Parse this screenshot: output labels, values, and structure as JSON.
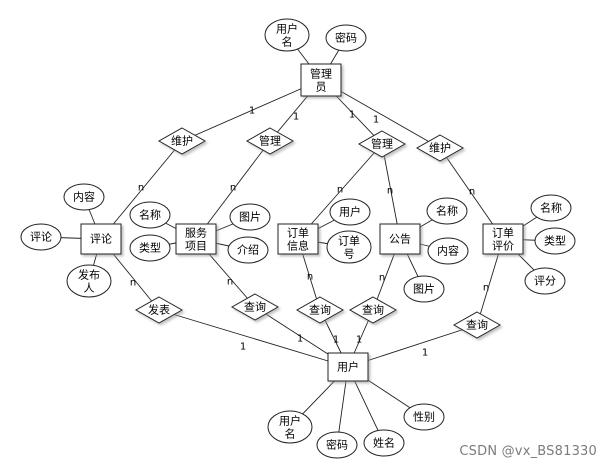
{
  "entities": [
    {
      "id": "admin",
      "label": "管理员"
    },
    {
      "id": "comment",
      "label": "评论"
    },
    {
      "id": "service",
      "label": "服务项目"
    },
    {
      "id": "orderinfo",
      "label": "订单信息"
    },
    {
      "id": "notice",
      "label": "公告"
    },
    {
      "id": "orderreview",
      "label": "订单评价"
    },
    {
      "id": "user",
      "label": "用户"
    }
  ],
  "relationships": [
    {
      "id": "rel-maintain-1",
      "label": "维护"
    },
    {
      "id": "rel-manage-1",
      "label": "管理"
    },
    {
      "id": "rel-manage-2",
      "label": "管理"
    },
    {
      "id": "rel-maintain-2",
      "label": "维护"
    },
    {
      "id": "rel-publish",
      "label": "发表"
    },
    {
      "id": "rel-query-1",
      "label": "查询"
    },
    {
      "id": "rel-query-2",
      "label": "查询"
    },
    {
      "id": "rel-query-3",
      "label": "查询"
    },
    {
      "id": "rel-query-4",
      "label": "查询"
    }
  ],
  "attributes": [
    {
      "id": "admin-username",
      "label": "用户名"
    },
    {
      "id": "admin-password",
      "label": "密码"
    },
    {
      "id": "comment-content",
      "label": "内容"
    },
    {
      "id": "comment-text",
      "label": "评论"
    },
    {
      "id": "comment-publisher",
      "label": "发布人"
    },
    {
      "id": "service-name",
      "label": "名称"
    },
    {
      "id": "service-type",
      "label": "类型"
    },
    {
      "id": "service-image",
      "label": "图片"
    },
    {
      "id": "service-intro",
      "label": "介绍"
    },
    {
      "id": "order-username",
      "label": "用户"
    },
    {
      "id": "order-number",
      "label": "订单号"
    },
    {
      "id": "notice-name",
      "label": "名称"
    },
    {
      "id": "notice-content",
      "label": "内容"
    },
    {
      "id": "notice-image",
      "label": "图片"
    },
    {
      "id": "review-name",
      "label": "名称"
    },
    {
      "id": "review-type",
      "label": "类型"
    },
    {
      "id": "review-score",
      "label": "评分"
    },
    {
      "id": "user-username",
      "label": "用户名"
    },
    {
      "id": "user-password",
      "label": "密码"
    },
    {
      "id": "user-realname",
      "label": "姓名"
    },
    {
      "id": "user-gender",
      "label": "性别"
    }
  ],
  "cardinalities": [
    {
      "id": "c-admin-m1",
      "label": "1"
    },
    {
      "id": "c-admin-m2",
      "label": "1"
    },
    {
      "id": "c-admin-m3",
      "label": "1"
    },
    {
      "id": "c-admin-m4",
      "label": "1"
    },
    {
      "id": "c-m1-comment",
      "label": "n"
    },
    {
      "id": "c-m2-service",
      "label": "n"
    },
    {
      "id": "c-m3-order",
      "label": "n"
    },
    {
      "id": "c-m3-notice",
      "label": "n"
    },
    {
      "id": "c-m4-review",
      "label": "n"
    },
    {
      "id": "c-comment-pub",
      "label": "n"
    },
    {
      "id": "c-service-q1",
      "label": "n"
    },
    {
      "id": "c-order-q2",
      "label": "n"
    },
    {
      "id": "c-notice-q3",
      "label": "n"
    },
    {
      "id": "c-review-q4",
      "label": "n"
    },
    {
      "id": "c-pub-user",
      "label": "1"
    },
    {
      "id": "c-q1-user",
      "label": "1"
    },
    {
      "id": "c-q2-user",
      "label": "1"
    },
    {
      "id": "c-q3-user",
      "label": "1"
    },
    {
      "id": "c-q4-user",
      "label": "1"
    }
  ],
  "watermark": "CSDN @vx_BS81330"
}
